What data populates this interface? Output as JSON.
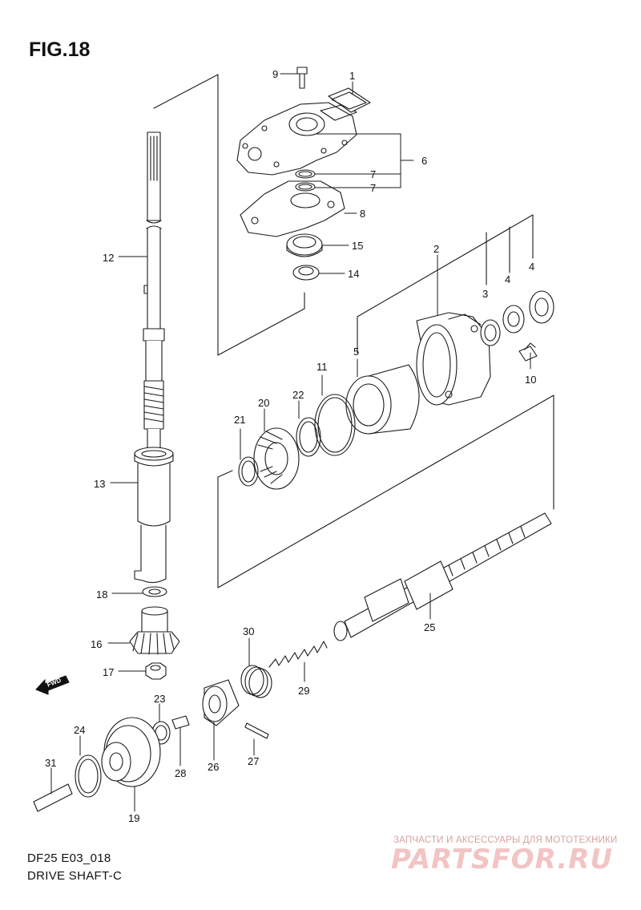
{
  "figure": {
    "title": "FIG.18",
    "model": "DF25 E03_018",
    "name": "DRIVE SHAFT-C"
  },
  "watermark": {
    "caption": "ЗАПЧАСТИ И АКСЕССУАРЫ ДЛЯ МОТОТЕХНИКИ",
    "logo": "PARTSFOR.RU"
  },
  "fwd_badge": "FWD",
  "callouts": [
    {
      "id": "9",
      "label": "9"
    },
    {
      "id": "1",
      "label": "1"
    },
    {
      "id": "6",
      "label": "6"
    },
    {
      "id": "7a",
      "label": "7"
    },
    {
      "id": "7b",
      "label": "7"
    },
    {
      "id": "8",
      "label": "8"
    },
    {
      "id": "15",
      "label": "15"
    },
    {
      "id": "14",
      "label": "14"
    },
    {
      "id": "2",
      "label": "2"
    },
    {
      "id": "3",
      "label": "3"
    },
    {
      "id": "4a",
      "label": "4"
    },
    {
      "id": "4b",
      "label": "4"
    },
    {
      "id": "5",
      "label": "5"
    },
    {
      "id": "10",
      "label": "10"
    },
    {
      "id": "11",
      "label": "11"
    },
    {
      "id": "22",
      "label": "22"
    },
    {
      "id": "20",
      "label": "20"
    },
    {
      "id": "21",
      "label": "21"
    },
    {
      "id": "12",
      "label": "12"
    },
    {
      "id": "13",
      "label": "13"
    },
    {
      "id": "18",
      "label": "18"
    },
    {
      "id": "16",
      "label": "16"
    },
    {
      "id": "17",
      "label": "17"
    },
    {
      "id": "25",
      "label": "25"
    },
    {
      "id": "30",
      "label": "30"
    },
    {
      "id": "29",
      "label": "29"
    },
    {
      "id": "23",
      "label": "23"
    },
    {
      "id": "24",
      "label": "24"
    },
    {
      "id": "28",
      "label": "28"
    },
    {
      "id": "26",
      "label": "26"
    },
    {
      "id": "27",
      "label": "27"
    },
    {
      "id": "31",
      "label": "31"
    },
    {
      "id": "19",
      "label": "19"
    }
  ]
}
